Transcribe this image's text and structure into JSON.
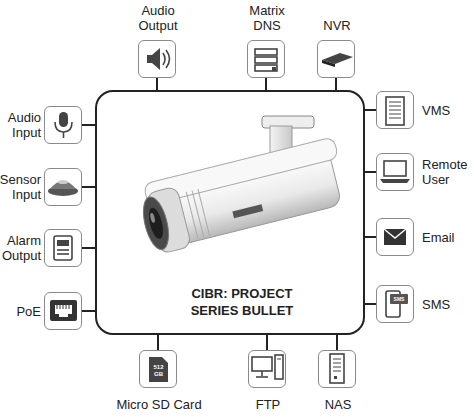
{
  "diagram": {
    "nodes": [
      {
        "text": [
          "CIBR: PROJECT SERIES BULLET"
        ]
      },
      {
        "text": [
          "Audio Output"
        ]
      },
      {
        "text": [
          "Matrix DNS"
        ]
      },
      {
        "text": [
          "NVR"
        ]
      },
      {
        "text": [
          "Audio Input"
        ]
      },
      {
        "text": [
          "Sensor Input"
        ]
      },
      {
        "text": [
          "Alarm Output"
        ]
      },
      {
        "text": [
          "PoE"
        ]
      },
      {
        "text": [
          "VMS"
        ]
      },
      {
        "text": [
          "Remote User"
        ]
      },
      {
        "text": [
          "Email"
        ]
      },
      {
        "text": [
          "SMS"
        ]
      },
      {
        "text": [
          "Micro SD Card"
        ]
      },
      {
        "text": [
          "FTP"
        ]
      },
      {
        "text": [
          "NAS"
        ]
      }
    ],
    "edges": [
      {
        "from": 0,
        "to": 1,
        "arrow": "none"
      },
      {
        "from": 0,
        "to": 2,
        "arrow": "none"
      },
      {
        "from": 0,
        "to": 3,
        "arrow": "none"
      },
      {
        "from": 0,
        "to": 4,
        "arrow": "none"
      },
      {
        "from": 0,
        "to": 5,
        "arrow": "none"
      },
      {
        "from": 0,
        "to": 6,
        "arrow": "none"
      },
      {
        "from": 0,
        "to": 7,
        "arrow": "none"
      },
      {
        "from": 0,
        "to": 8,
        "arrow": "none"
      },
      {
        "from": 0,
        "to": 9,
        "arrow": "none"
      },
      {
        "from": 0,
        "to": 10,
        "arrow": "none"
      },
      {
        "from": 0,
        "to": 11,
        "arrow": "none"
      },
      {
        "from": 0,
        "to": 12,
        "arrow": "none"
      },
      {
        "from": 0,
        "to": 13,
        "arrow": "none"
      },
      {
        "from": 0,
        "to": 14,
        "arrow": "none"
      }
    ],
    "labels": [
      "512 GB",
      "SMS"
    ]
  }
}
